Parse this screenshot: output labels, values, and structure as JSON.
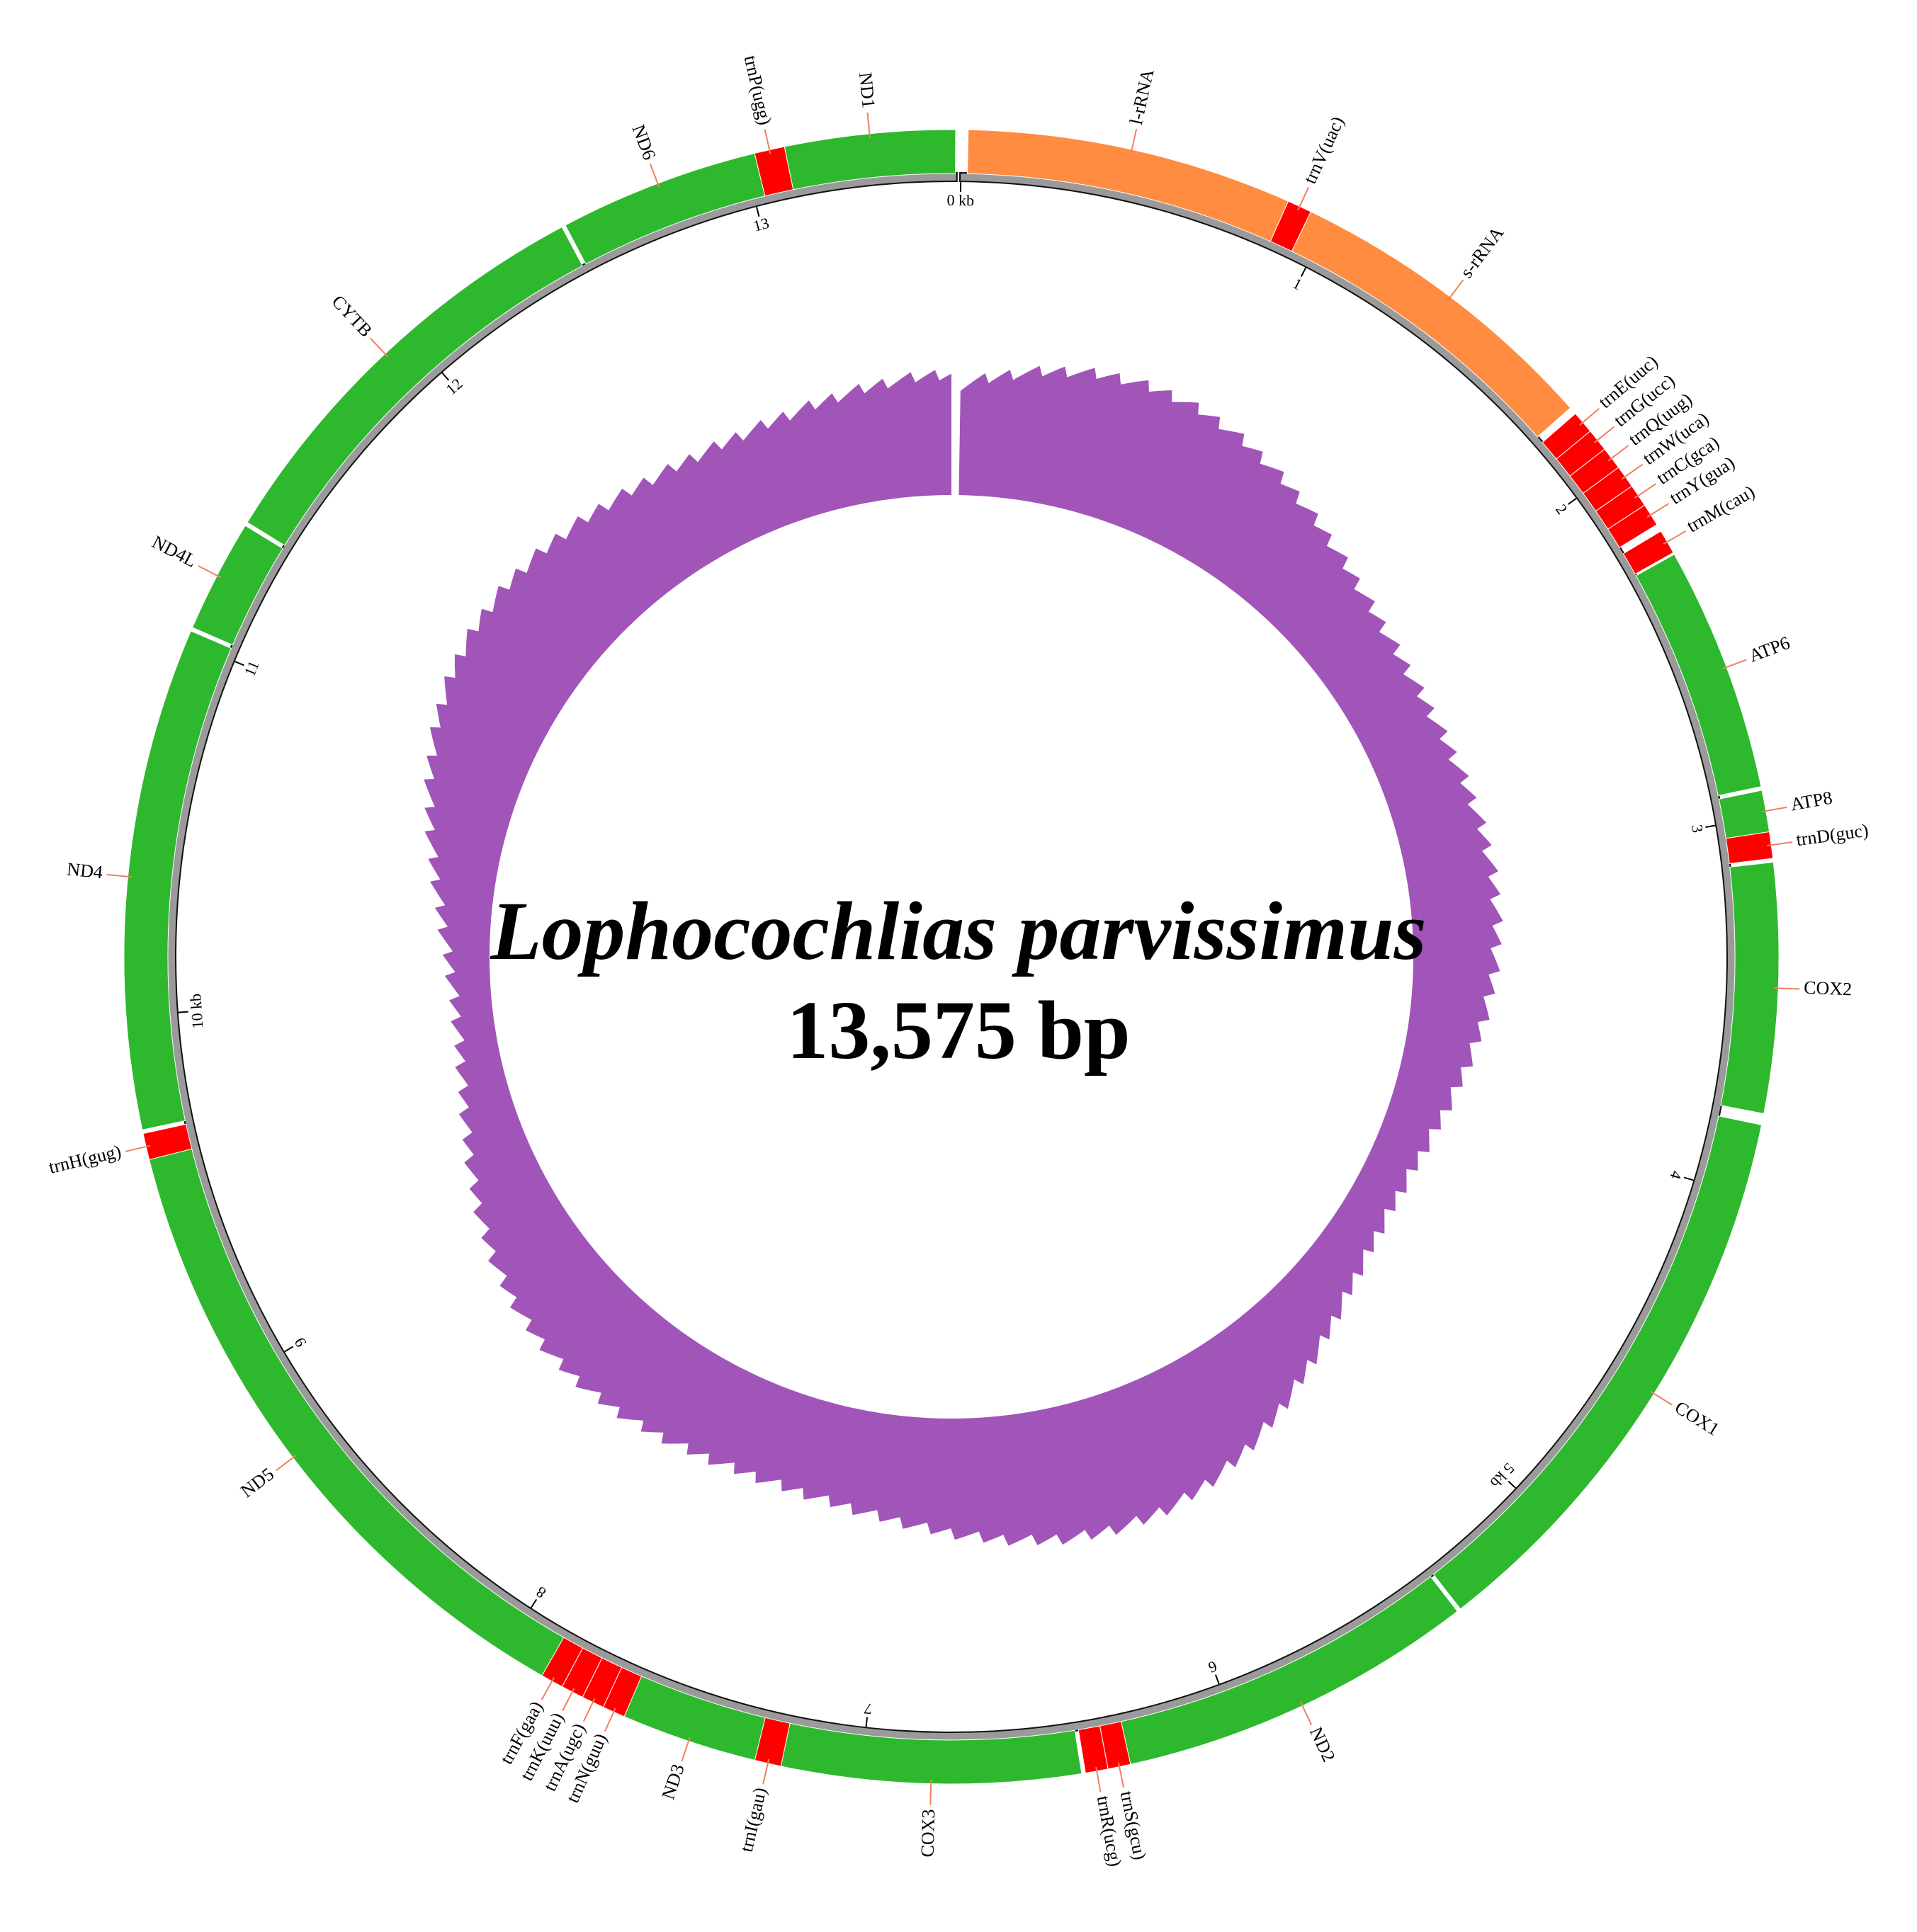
{
  "genome": {
    "species": "Lophocochlias parvissimus",
    "size_label": "13,575 bp",
    "length_bp": 13575
  },
  "colors": {
    "protein": "#2eb82e",
    "rrna": "#ff8c40",
    "trna": "#ff0000",
    "backbone": "#9a9a9a",
    "content": "#a155b9",
    "leader": "#f08060"
  },
  "features": [
    {
      "name": "l-rRNA",
      "type": "rrna",
      "start": 18,
      "end": 880
    },
    {
      "name": "trnV(uac)",
      "type": "trna",
      "start": 880,
      "end": 945
    },
    {
      "name": "s-rRNA",
      "type": "rrna",
      "start": 945,
      "end": 1800
    },
    {
      "name": "trnE(uuc)",
      "type": "trna",
      "start": 1820,
      "end": 1880
    },
    {
      "name": "trnG(ucc)",
      "type": "trna",
      "start": 1880,
      "end": 1940
    },
    {
      "name": "trnQ(uug)",
      "type": "trna",
      "start": 1940,
      "end": 2000
    },
    {
      "name": "trnW(uca)",
      "type": "trna",
      "start": 2000,
      "end": 2060
    },
    {
      "name": "trnC(gca)",
      "type": "trna",
      "start": 2060,
      "end": 2120
    },
    {
      "name": "trnY(gua)",
      "type": "trna",
      "start": 2120,
      "end": 2180
    },
    {
      "name": "trnM(cau)",
      "type": "trna",
      "start": 2200,
      "end": 2265
    },
    {
      "name": "ATP6",
      "type": "protein",
      "start": 2270,
      "end": 2920
    },
    {
      "name": "ATP8",
      "type": "protein",
      "start": 2930,
      "end": 3040
    },
    {
      "name": "trnD(guc)",
      "type": "trna",
      "start": 3040,
      "end": 3110
    },
    {
      "name": "COX2",
      "type": "protein",
      "start": 3120,
      "end": 3780
    },
    {
      "name": "COX1",
      "type": "protein",
      "start": 3810,
      "end": 5330
    },
    {
      "name": "ND2",
      "type": "protein",
      "start": 5340,
      "end": 6290
    },
    {
      "name": "trnS(gcu)",
      "type": "trna",
      "start": 6290,
      "end": 6350
    },
    {
      "name": "trnR(ucg)",
      "type": "trna",
      "start": 6350,
      "end": 6410
    },
    {
      "name": "COX3",
      "type": "protein",
      "start": 6420,
      "end": 7210
    },
    {
      "name": "trnI(gau)",
      "type": "trna",
      "start": 7210,
      "end": 7280
    },
    {
      "name": "ND3",
      "type": "protein",
      "start": 7280,
      "end": 7640
    },
    {
      "name": "trnN(guu)",
      "type": "trna",
      "start": 7640,
      "end": 7700
    },
    {
      "name": "trnA(ugc)",
      "type": "trna",
      "start": 7700,
      "end": 7760
    },
    {
      "name": "trnK(uuu)",
      "type": "trna",
      "start": 7760,
      "end": 7820
    },
    {
      "name": "trnF(gaa)",
      "type": "trna",
      "start": 7820,
      "end": 7880
    },
    {
      "name": "ND5",
      "type": "protein",
      "start": 7880,
      "end": 9620
    },
    {
      "name": "trnH(gug)",
      "type": "trna",
      "start": 9620,
      "end": 9690
    },
    {
      "name": "ND4",
      "type": "protein",
      "start": 9700,
      "end": 11030
    },
    {
      "name": "ND4L",
      "type": "protein",
      "start": 11040,
      "end": 11340
    },
    {
      "name": "CYTB",
      "type": "protein",
      "start": 11350,
      "end": 12490
    },
    {
      "name": "ND6",
      "type": "protein",
      "start": 12500,
      "end": 13030
    },
    {
      "name": "trnP(ugg)",
      "type": "trna",
      "start": 13030,
      "end": 13110
    },
    {
      "name": "ND1",
      "type": "protein",
      "start": 13110,
      "end": 13560
    }
  ],
  "ticks": [
    {
      "pos": 0,
      "label": "0 kb"
    },
    {
      "pos": 1000,
      "label": "1"
    },
    {
      "pos": 2000,
      "label": "2"
    },
    {
      "pos": 3000,
      "label": "3"
    },
    {
      "pos": 4000,
      "label": "4"
    },
    {
      "pos": 5000,
      "label": "5 kb"
    },
    {
      "pos": 6000,
      "label": "6"
    },
    {
      "pos": 7000,
      "label": "7"
    },
    {
      "pos": 8000,
      "label": "8"
    },
    {
      "pos": 9000,
      "label": "9"
    },
    {
      "pos": 10000,
      "label": "10 kb"
    },
    {
      "pos": 11000,
      "label": "11"
    },
    {
      "pos": 12000,
      "label": "12"
    },
    {
      "pos": 13000,
      "label": "13"
    }
  ]
}
